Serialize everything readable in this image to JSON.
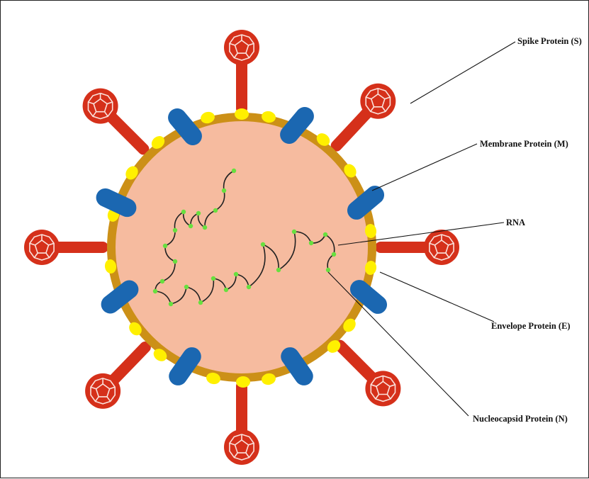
{
  "labels": {
    "spike": "Spike Protein (S)",
    "membrane": "Membrane Protein (M)",
    "rna": "RNA",
    "envelope": "Envelope Protein (E)",
    "nucleocapsid": "Nucleocapsid Protein (N)"
  },
  "colors": {
    "core": "#f6bb9f",
    "envelope_ring": "#cc9017",
    "spike": "#d5301a",
    "membrane_protein": "#1b67b1",
    "envelope_protein": "#fff000",
    "rna_strand": "#222222",
    "nucleocapsid_dot": "#67e03f",
    "leader_line": "#111111"
  },
  "icons": {
    "spike_head": "dodecahedron-icon"
  }
}
